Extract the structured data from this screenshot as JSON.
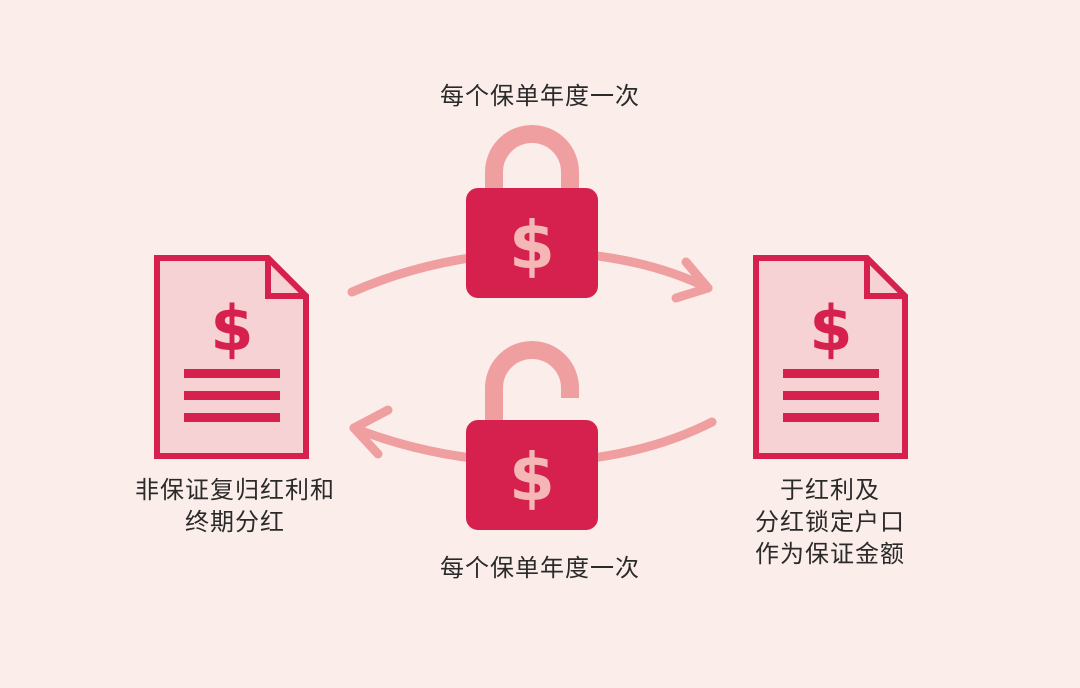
{
  "labels": {
    "top": "每个保单年度一次",
    "bottom": "每个保单年度一次",
    "left": [
      "非保证复归红利和",
      "终期分红"
    ],
    "right": [
      "于红利及",
      "分红锁定户口",
      "作为保证金额"
    ]
  },
  "glyphs": {
    "currency": "$"
  },
  "colors": {
    "background": "#fbeeea",
    "primary": "#d6204e",
    "document_fill": "#f6d2d4",
    "arrow": "#ef9f9f",
    "text": "#2a2a2a"
  },
  "icons": [
    "document-icon",
    "padlock-locked-icon",
    "padlock-unlocked-icon",
    "arrow-icon"
  ]
}
